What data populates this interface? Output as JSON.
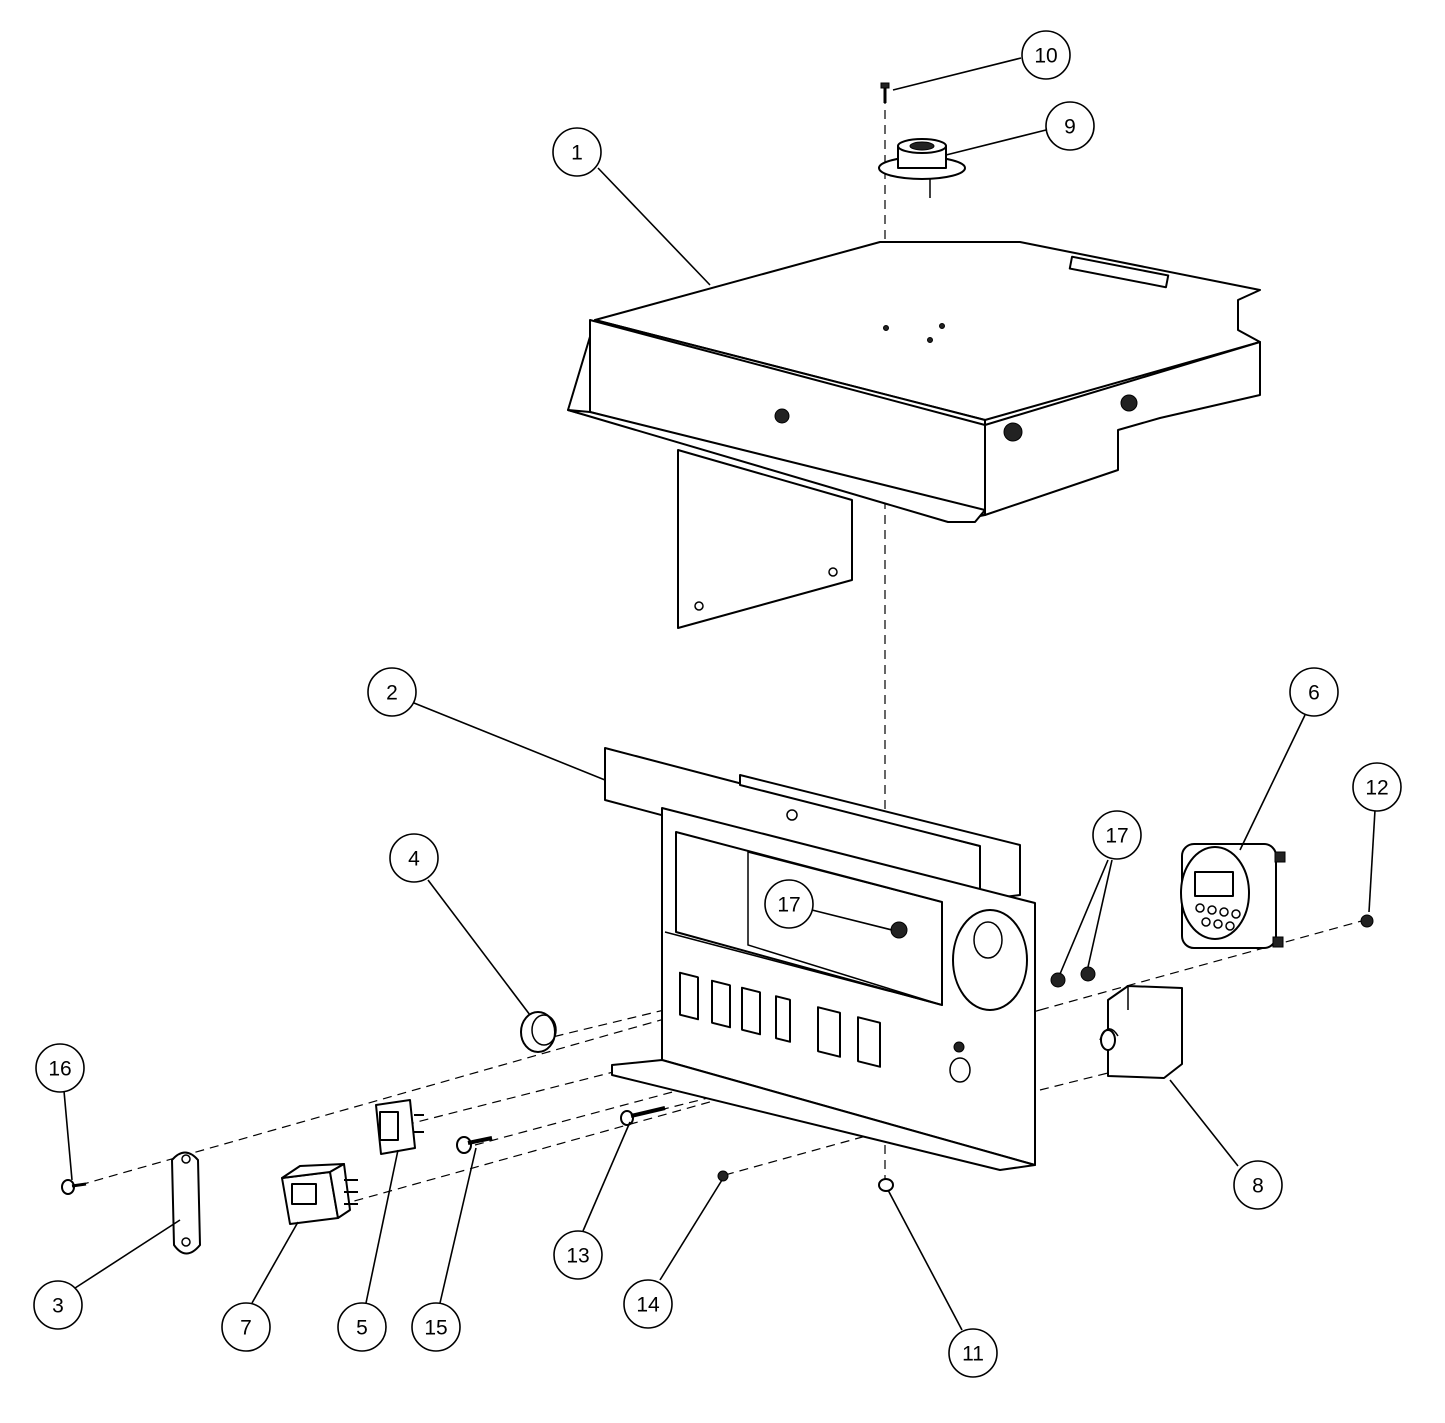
{
  "diagram": {
    "callouts": [
      {
        "id": "c1",
        "label": "1"
      },
      {
        "id": "c2",
        "label": "2"
      },
      {
        "id": "c3",
        "label": "3"
      },
      {
        "id": "c4",
        "label": "4"
      },
      {
        "id": "c5",
        "label": "5"
      },
      {
        "id": "c6",
        "label": "6"
      },
      {
        "id": "c7",
        "label": "7"
      },
      {
        "id": "c8",
        "label": "8"
      },
      {
        "id": "c9",
        "label": "9"
      },
      {
        "id": "c10",
        "label": "10"
      },
      {
        "id": "c11",
        "label": "11"
      },
      {
        "id": "c12",
        "label": "12"
      },
      {
        "id": "c13",
        "label": "13"
      },
      {
        "id": "c14",
        "label": "14"
      },
      {
        "id": "c15",
        "label": "15"
      },
      {
        "id": "c16",
        "label": "16"
      },
      {
        "id": "c17a",
        "label": "17"
      },
      {
        "id": "c17b",
        "label": "17"
      }
    ],
    "colors": {
      "line": "#000000",
      "background": "#ffffff"
    }
  }
}
